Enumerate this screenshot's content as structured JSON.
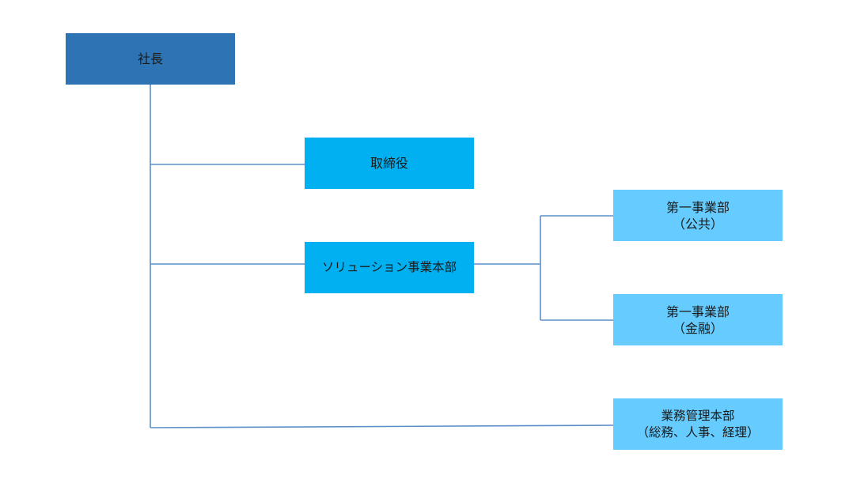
{
  "org_chart": {
    "president": {
      "label": "社長"
    },
    "directors": {
      "label": "取締役"
    },
    "solutions_hq": {
      "label": "ソリューション事業本部"
    },
    "division_public": {
      "line1": "第一事業部",
      "line2": "（公共）"
    },
    "division_finance": {
      "line1": "第一事業部",
      "line2": "（金融）"
    },
    "business_admin_hq": {
      "line1": "業務管理本部",
      "line2": "（総務、人事、経理）"
    }
  },
  "colors": {
    "level0_fill": "#2e74b5",
    "level1_fill": "#00b0f0",
    "level2_fill": "#66ccff",
    "connector": "#5b8fc7"
  }
}
